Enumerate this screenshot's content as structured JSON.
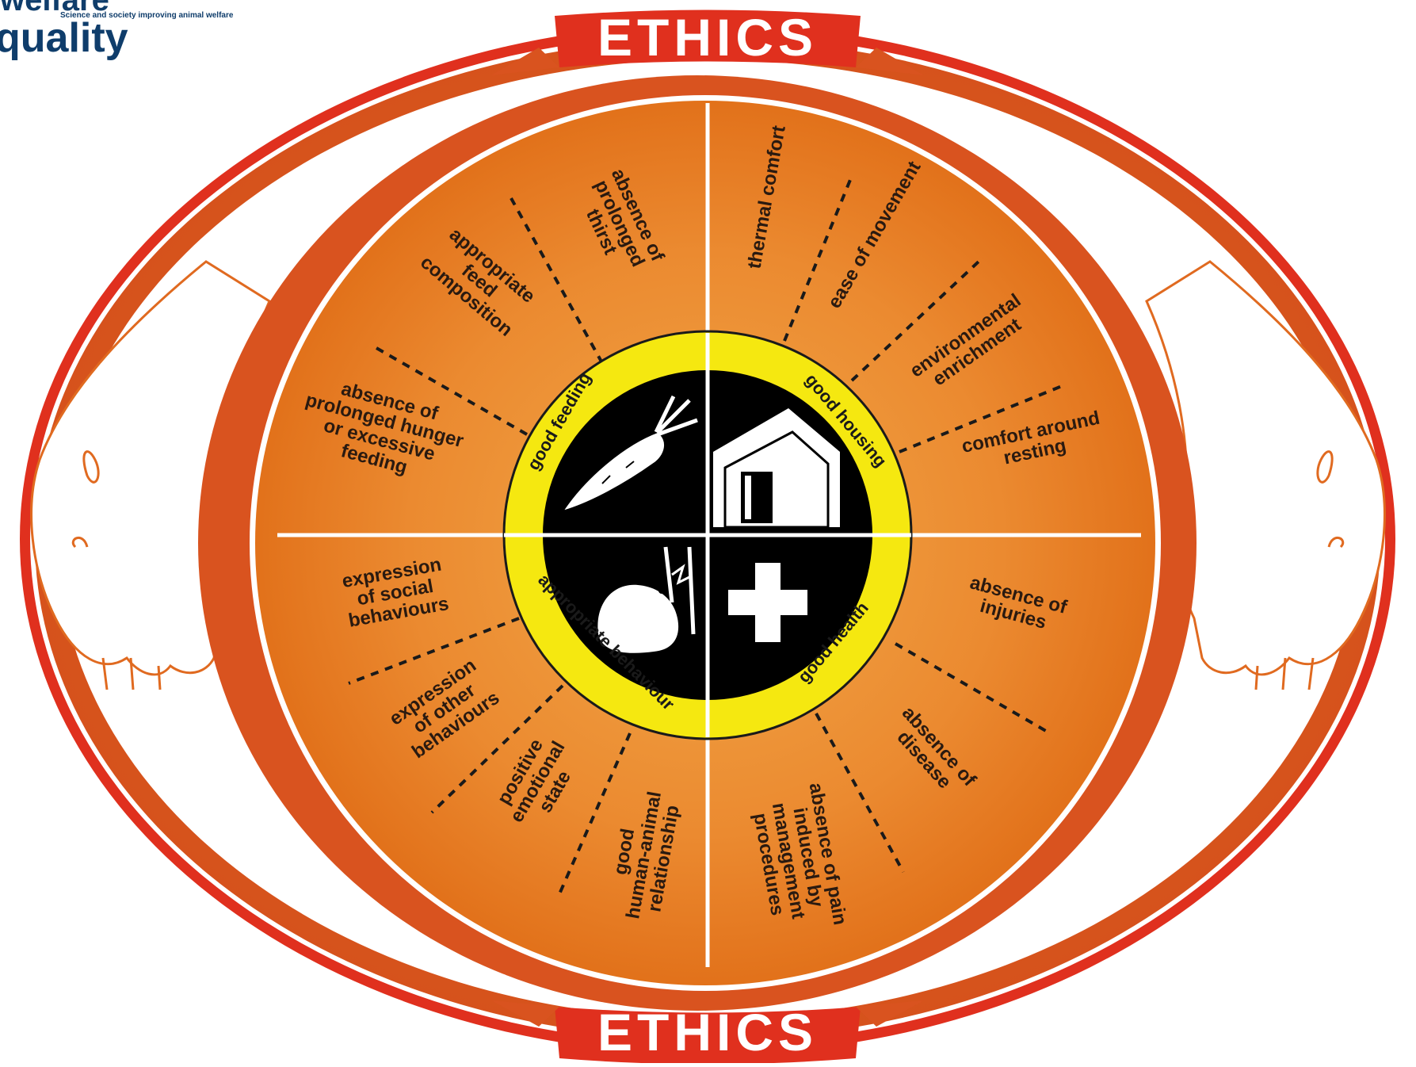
{
  "logo": {
    "line1": "welfare",
    "line2": "quality",
    "tagline": "Science and society improving animal welfare"
  },
  "ethics": {
    "top": "ETHICS",
    "bottom": "ETHICS"
  },
  "principles": {
    "feeding": "good feeding",
    "housing": "good housing",
    "health": "good health",
    "behaviour": "appropriate behaviour"
  },
  "criteria": {
    "prolonged_thirst": [
      "absence of",
      "prolonged",
      "thirst"
    ],
    "feed_composition": [
      "appropriate",
      "feed",
      "composition"
    ],
    "hunger": [
      "absence of",
      "prolonged hunger",
      "or excessive",
      "feeding"
    ],
    "thermal_comfort": [
      "thermal comfort"
    ],
    "ease_of_movement": [
      "ease of movement"
    ],
    "enrichment": [
      "environmental",
      "enrichment"
    ],
    "resting": [
      "comfort around",
      "resting"
    ],
    "injuries": [
      "absence of",
      "injuries"
    ],
    "disease": [
      "absence of",
      "disease"
    ],
    "pain": [
      "absence of pain",
      "induced by",
      "management",
      "procedures"
    ],
    "human_animal": [
      "good",
      "human-animal",
      "relationship"
    ],
    "emotional": [
      "positive",
      "emotional",
      "state"
    ],
    "other_behaviours": [
      "expression",
      "of other",
      "behaviours"
    ],
    "social": [
      "expression",
      "of social",
      "behaviours"
    ]
  },
  "colors": {
    "outer_red": "#e0301e",
    "band_orange": "#d9531f",
    "disc_center": "#f0a040",
    "disc_edge": "#e06a12",
    "ring_yellow": "#f5e810",
    "text_dark": "#2a1a10"
  },
  "icons": [
    "carrot-icon",
    "shed-icon",
    "beaver-icon",
    "cross-icon",
    "hand-left-icon",
    "hand-right-icon"
  ]
}
